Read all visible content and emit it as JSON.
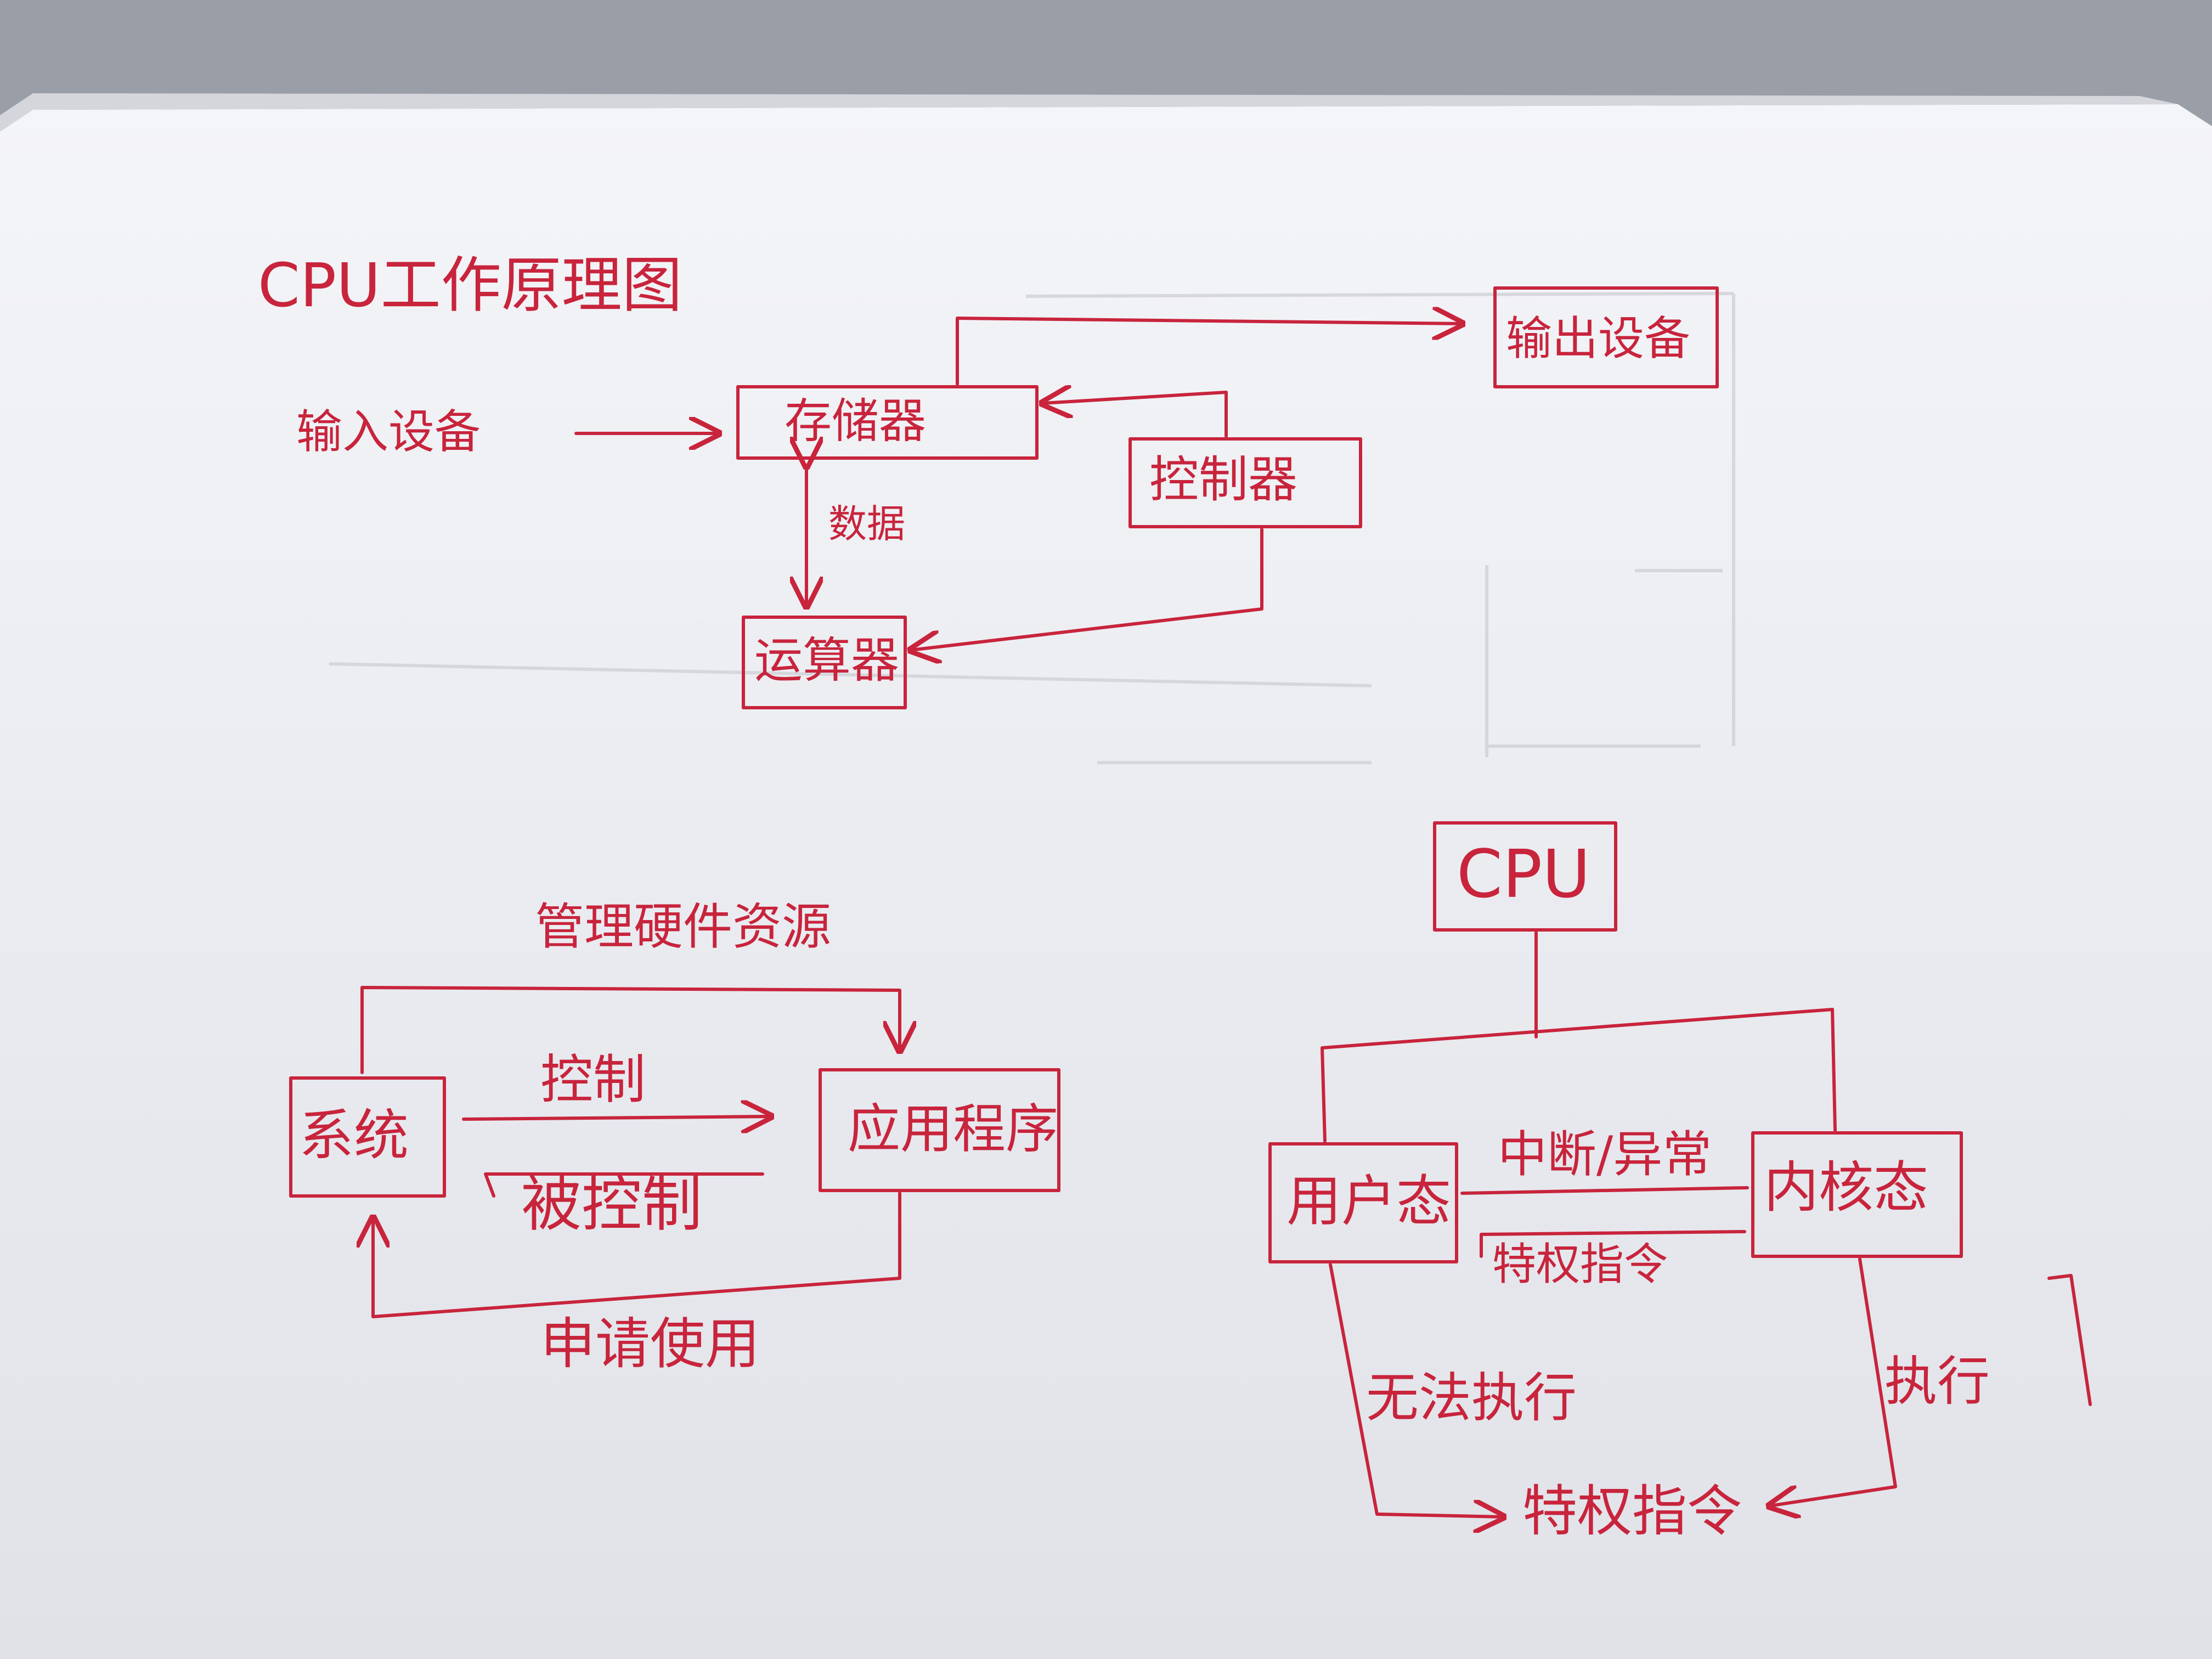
{
  "diagram_top": {
    "title": "CPU工作原理图",
    "input_device": "输入设备",
    "memory": "存储器",
    "output_device": "输出设备",
    "controller": "控制器",
    "alu": "运算器",
    "data_label": "数据"
  },
  "diagram_left": {
    "manage_label": "管理硬件资源",
    "system": "系统",
    "application": "应用程序",
    "control_label": "控制",
    "controlled_label": "被控制",
    "request_label": "申请使用"
  },
  "diagram_right": {
    "cpu": "CPU",
    "user_mode": "用户态",
    "kernel_mode": "内核态",
    "interrupt_label": "中断/异常",
    "privileged_label": "特权指令",
    "cannot_execute": "无法执行",
    "execute": "执行",
    "privileged_instruction": "特权指令"
  },
  "colors": {
    "ink": "#c8243c",
    "paper": "#eeeff3",
    "background": "#9a9ea6"
  }
}
